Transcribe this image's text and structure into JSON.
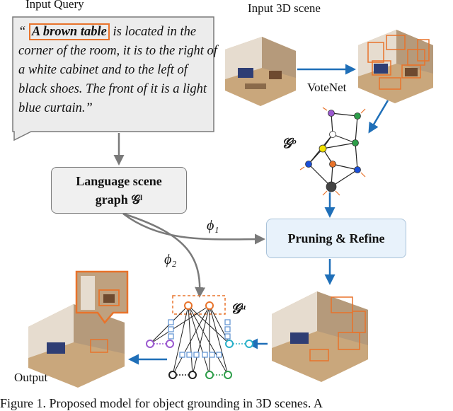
{
  "labels": {
    "input_query": "Input Query",
    "input_scene": "Input 3D scene",
    "votenet": "VoteNet",
    "output": "Output",
    "g_o": "𝒢ᵒ",
    "g_u": "𝒢ᵘ",
    "phi1": "ϕ₁",
    "phi2": "ϕ₂"
  },
  "query": {
    "open_quote": "“",
    "highlight": "A brown table",
    "rest": " is located in the corner of the room, it is to the right of a white cabinet and to the left of black shoes. The front of it is a light blue curtain.”"
  },
  "boxes": {
    "language_graph_line1": "Language scene",
    "language_graph_line2": "graph 𝒢ˡ",
    "pruning": "Pruning & Refine"
  },
  "caption": "Figure 1.   Proposed model for object grounding in 3D scenes. A",
  "colors": {
    "arrow_blue": "#1f6fb8",
    "arrow_gray": "#7a7a7a",
    "orange": "#e8732b",
    "square_blue": "#5b8fd0"
  }
}
